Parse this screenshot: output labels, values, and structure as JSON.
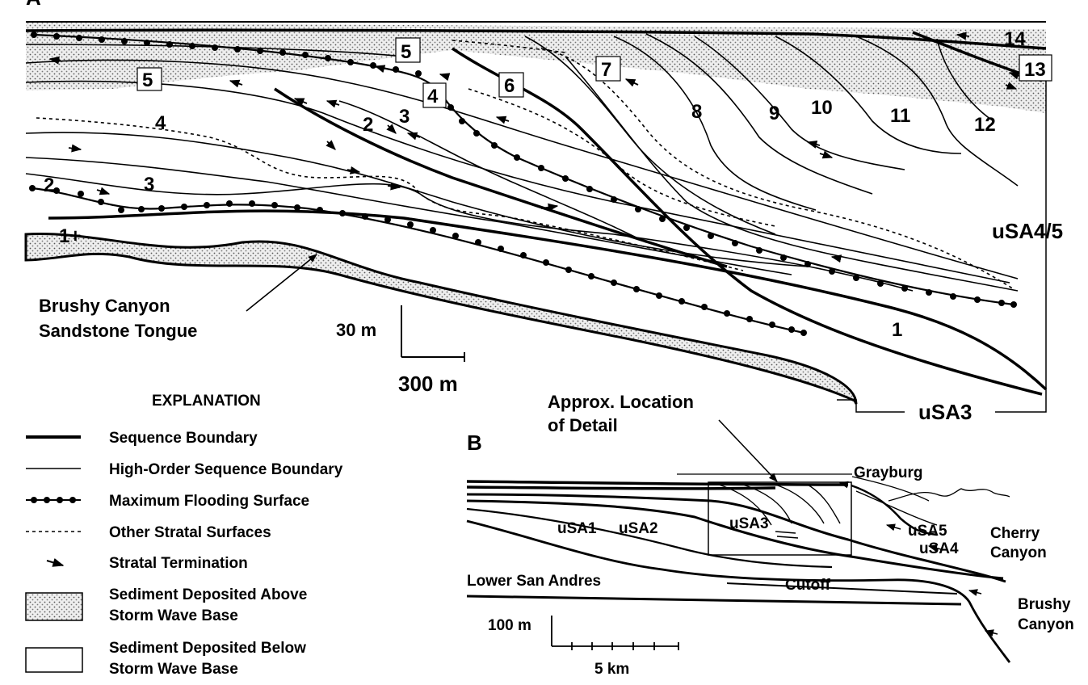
{
  "panel_a": {
    "letter": "A",
    "numbers": [
      "14",
      "13",
      "5",
      "5",
      "6",
      "7",
      "4",
      "3",
      "2",
      "4",
      "8",
      "9",
      "10",
      "11",
      "12",
      "2",
      "3",
      "1+",
      "1"
    ],
    "sandstone_label": [
      "Brushy Canyon",
      "Sandstone Tongue"
    ],
    "scale_vertical": "30 m",
    "scale_horizontal": "300 m",
    "seq_upper": "uSA4/5",
    "seq_lower": "uSA3"
  },
  "explanation": {
    "title": "EXPLANATION",
    "items": [
      {
        "label": [
          "Sequence Boundary"
        ],
        "symbol": "thick-line"
      },
      {
        "label": [
          "High-Order Sequence Boundary"
        ],
        "symbol": "thin-line"
      },
      {
        "label": [
          "Maximum Flooding Surface"
        ],
        "symbol": "dotted-line"
      },
      {
        "label": [
          "Other Stratal Surfaces"
        ],
        "symbol": "dashed-line"
      },
      {
        "label": [
          "Stratal Termination"
        ],
        "symbol": "arrow"
      },
      {
        "label": [
          "Sediment Deposited Above",
          "Storm Wave Base"
        ],
        "symbol": "stippled-box"
      },
      {
        "label": [
          "Sediment Deposited Below",
          "Storm Wave Base"
        ],
        "symbol": "blank-box"
      }
    ]
  },
  "panel_b": {
    "letter": "B",
    "location_label": [
      "Approx. Location",
      "of Detail"
    ],
    "labels": {
      "grayburg": "Grayburg",
      "usa1": "uSA1",
      "usa2": "uSA2",
      "usa3": "uSA3",
      "usa5": "uSA5",
      "usa4": "uSA4",
      "cherry": [
        "Cherry",
        "Canyon"
      ],
      "lower_san_andres": "Lower San Andres",
      "cutoff": "Cutoff",
      "brushy": [
        "Brushy",
        "Canyon"
      ]
    },
    "scale_vertical": "100 m",
    "scale_horizontal": "5 km"
  }
}
